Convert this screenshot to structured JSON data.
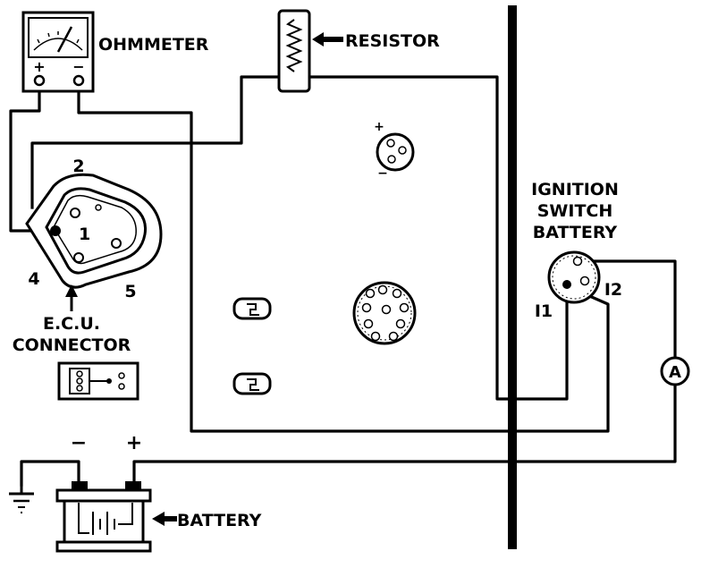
{
  "labels": {
    "ohmmeter": "OHMMETER",
    "resistor": "RESISTOR",
    "ignition_line1": "IGNITION",
    "ignition_line2": "SWITCH",
    "ignition_line3": "BATTERY",
    "ecu_line1": "E.C.U.",
    "ecu_line2": "CONNECTOR",
    "battery": "BATTERY",
    "ammeter_symbol": "A",
    "terminal_i1": "I1",
    "terminal_i2": "I2",
    "ecu_pin_1": "1",
    "ecu_pin_2": "2",
    "ecu_pin_4": "4",
    "ecu_pin_5": "5",
    "meter_plus": "+",
    "meter_minus": "−",
    "battery_minus": "−",
    "battery_plus": "+",
    "socket_plus": "+",
    "socket_minus": "−"
  },
  "colors": {
    "ink": "#000000",
    "paper": "#ffffff"
  }
}
